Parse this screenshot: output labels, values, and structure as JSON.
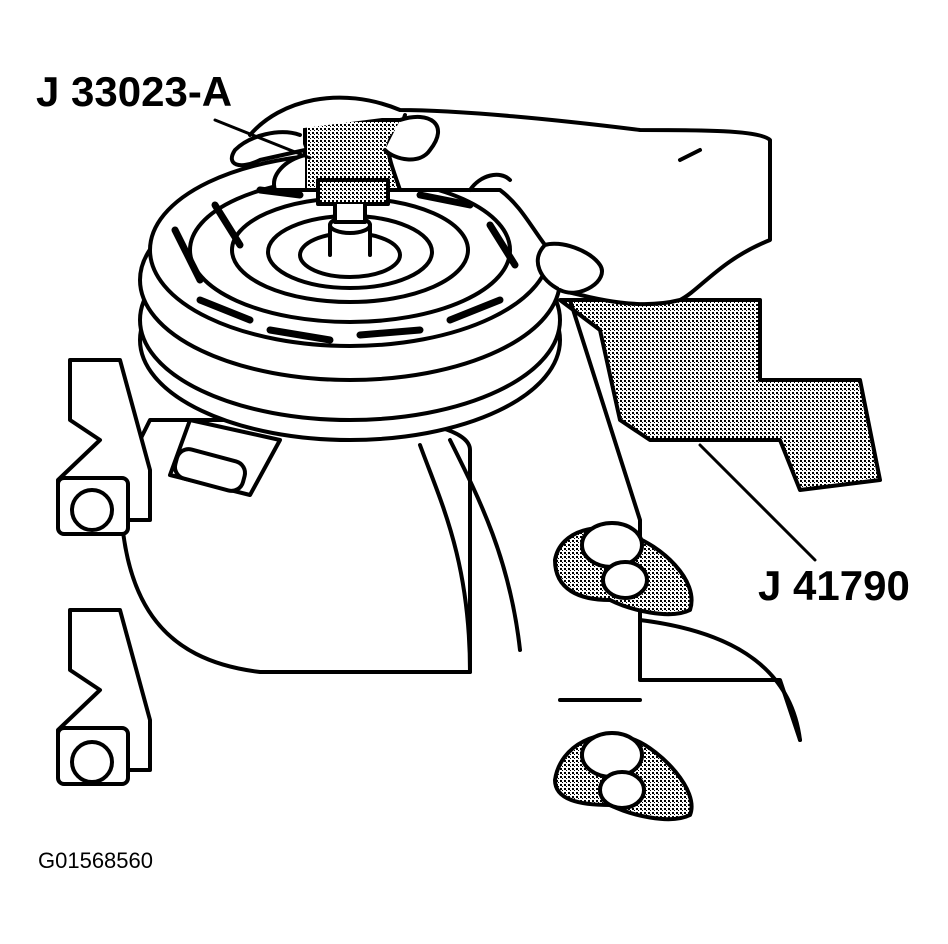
{
  "diagram": {
    "callouts": {
      "tool_top": "J 33023-A",
      "tool_right": "J 41790"
    },
    "figure_id": "G01568560"
  },
  "colors": {
    "line": "#000000",
    "background": "#ffffff",
    "shade": "#8a8a8a"
  }
}
